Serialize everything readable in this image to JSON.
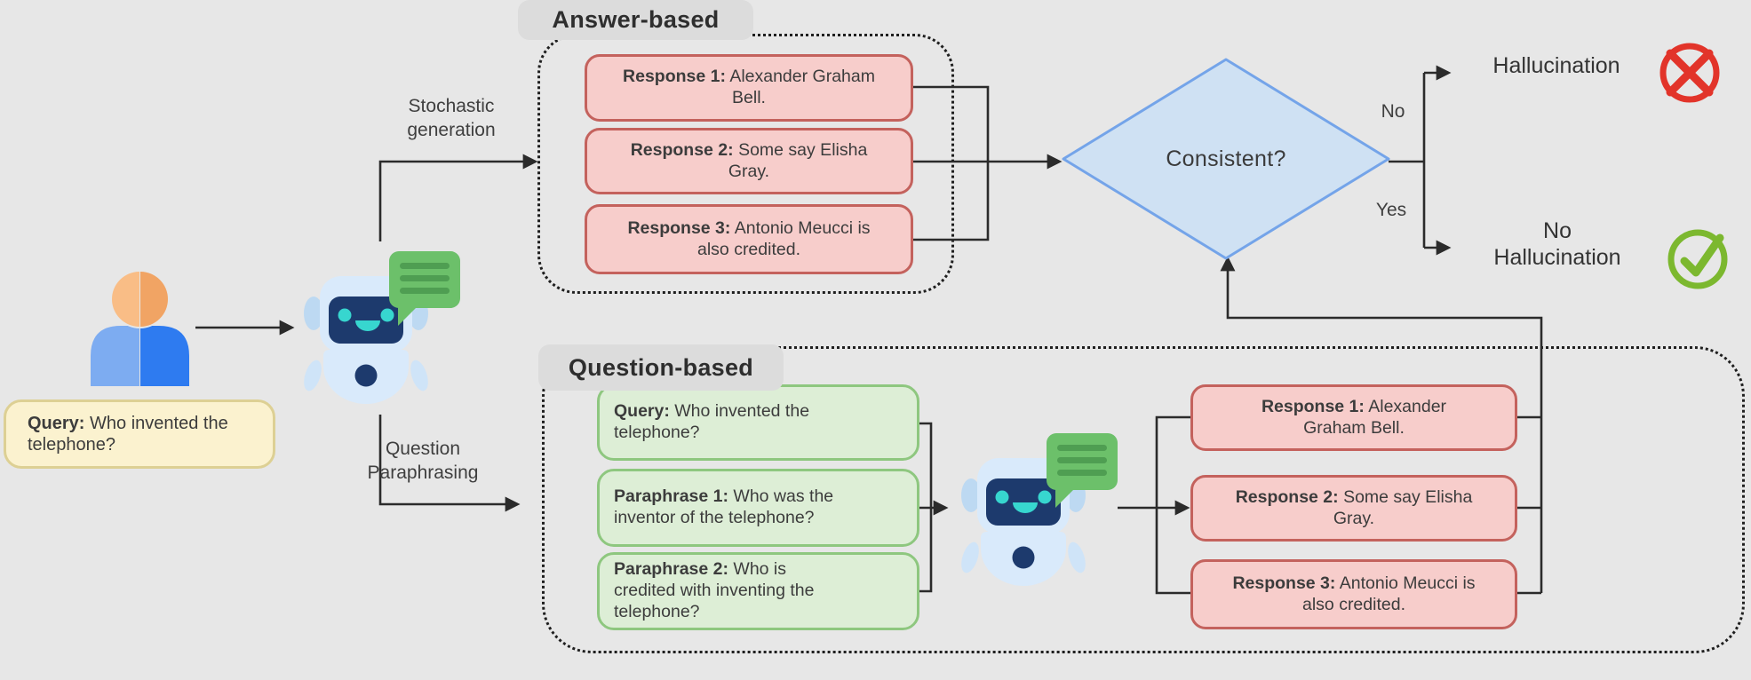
{
  "colors": {
    "background": "#e7e7e7",
    "line": "#2b2b2b",
    "text": "#3c3c3c",
    "response_fill": "#f7cdcb",
    "response_border": "#c4625d",
    "question_fill": "#ddeed6",
    "question_border": "#8ec77f",
    "query_fill": "#fbf2cf",
    "query_border": "#ddd094",
    "label_pill_fill": "#dcdcdc",
    "diamond_fill": "#cfe1f3",
    "diamond_border": "#74a4e9",
    "cross_red": "#e2342a",
    "check_green": "#7cb82f",
    "robot_body": "#d9eafb",
    "robot_face": "#1d3a6d",
    "robot_accent": "#37d6cf",
    "bubble_green": "#6cc06a",
    "bubble_lines": "#4f9e52",
    "person_head_light": "#f9bd86",
    "person_head_dark": "#f1a464",
    "person_body_light": "#7dacf1",
    "person_body_dark": "#2e7bf0"
  },
  "user": {
    "query": {
      "prefix": "Query:",
      "text": "Who invented the telephone?"
    }
  },
  "edge_labels": {
    "stochastic": "Stochastic generation",
    "paraphrasing": "Question Paraphrasing"
  },
  "answer_based": {
    "title": "Answer-based",
    "responses": [
      {
        "prefix": "Response 1:",
        "text": "Alexander Graham Bell."
      },
      {
        "prefix": "Response 2:",
        "text": "Some say Elisha Gray."
      },
      {
        "prefix": "Response 3:",
        "text": "Antonio Meucci is also credited."
      }
    ]
  },
  "question_based": {
    "title": "Question-based",
    "questions": [
      {
        "prefix": "Query:",
        "text": "Who invented the telephone?"
      },
      {
        "prefix": "Paraphrase 1:",
        "text": "Who was the inventor of the telephone?"
      },
      {
        "prefix": "Paraphrase 2:",
        "text": "Who is credited with inventing the telephone?"
      }
    ],
    "responses": [
      {
        "prefix": "Response 1:",
        "text": "Alexander Graham Bell."
      },
      {
        "prefix": "Response 2:",
        "text": "Some say Elisha Gray."
      },
      {
        "prefix": "Response 3:",
        "text": "Antonio Meucci is also credited."
      }
    ]
  },
  "decision": {
    "question": "Consistent?",
    "no_label": "No",
    "yes_label": "Yes"
  },
  "outcomes": {
    "negative": "Hallucination",
    "positive": "No Hallucination"
  }
}
